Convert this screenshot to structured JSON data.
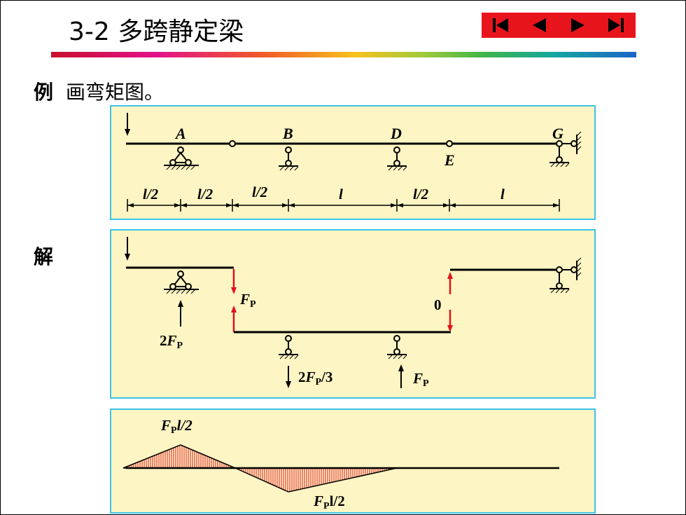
{
  "header": {
    "title": "3-2 多跨静定梁"
  },
  "nav": {
    "buttons": [
      "first",
      "previous",
      "next",
      "last"
    ]
  },
  "colors": {
    "nav_background": "#e8141c",
    "panel_background": "#fdf5c3",
    "panel_border": "#3dc3e8",
    "arrow_red": "#e0131b",
    "hatch_red": "#e0131b"
  },
  "example": {
    "label": "例",
    "text": "画弯矩图。"
  },
  "solution": {
    "label": "解"
  },
  "beam": {
    "points": {
      "A": "A",
      "B": "B",
      "D": "D",
      "E": "E",
      "G": "G"
    },
    "dims": [
      "l/2",
      "l/2",
      "l/2",
      "l",
      "l/2",
      "l"
    ]
  },
  "forces": {
    "fp_main": "F",
    "fp_sub": "P",
    "zero": "0",
    "reaction_A_pre": "2",
    "reaction_A_F": "F",
    "reaction_A_sub": "P",
    "reaction_B_pre": "2",
    "reaction_B_F": "F",
    "reaction_B_sub": "P",
    "reaction_B_post": "/3",
    "reaction_D_F": "F",
    "reaction_D_sub": "P"
  },
  "moment": {
    "top_F": "F",
    "top_sub": "P",
    "top_rest": "l/2",
    "bottom_F": "F",
    "bottom_sub": "P",
    "bottom_rest": "l/2"
  }
}
